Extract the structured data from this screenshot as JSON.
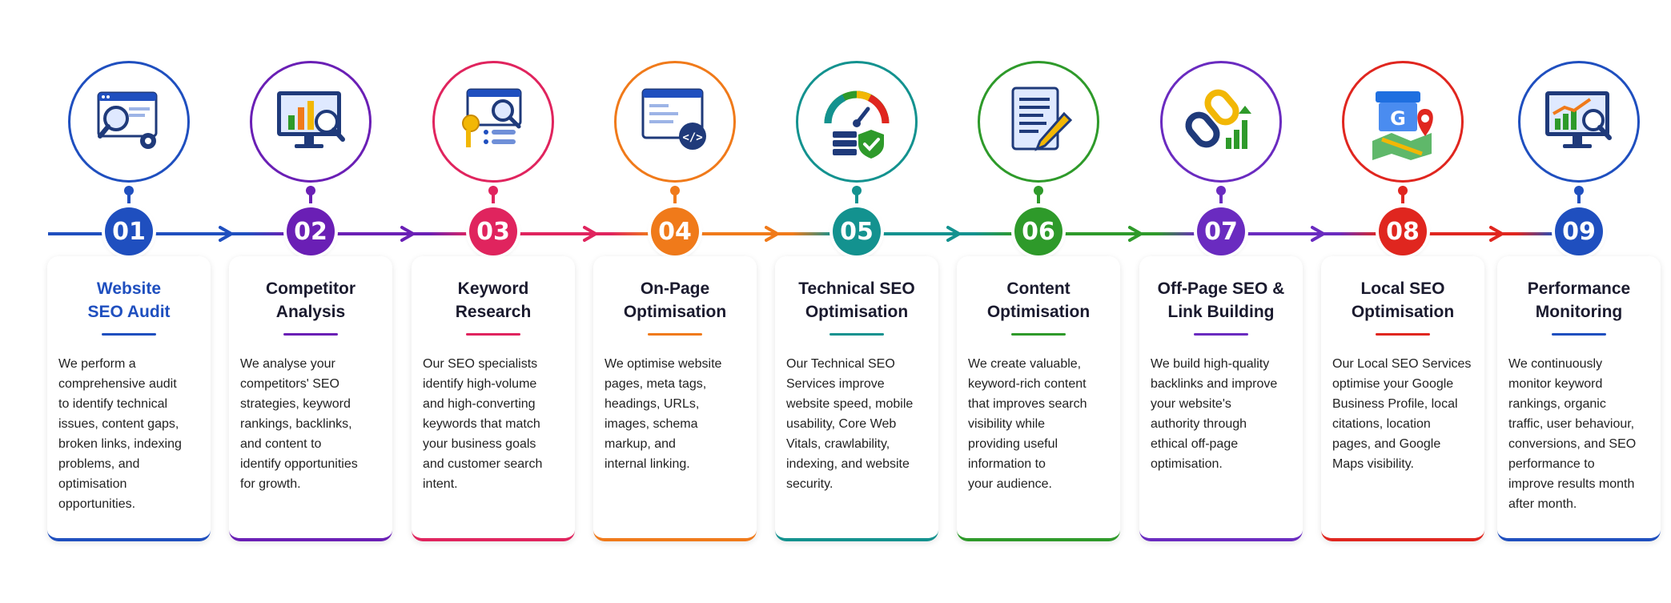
{
  "steps": [
    {
      "number": "01",
      "title": "Website\nSEO Audit",
      "description": "We perform a\ncomprehensive audit\nto identify technical\nissues, content gaps,\nbroken links, indexing\nproblems, and\noptimisation\nopportunities.",
      "color": "#1f4fbf",
      "title_color": "#1f4fbf",
      "icon": "website-audit-icon"
    },
    {
      "number": "02",
      "title": "Competitor\nAnalysis",
      "description": "We analyse your\ncompetitors' SEO\nstrategies, keyword\nrankings, backlinks,\nand content to\nidentify opportunities\nfor growth.",
      "color": "#6a1fb5",
      "title_color": "#1a1a2e",
      "icon": "competitor-analysis-icon"
    },
    {
      "number": "03",
      "title": "Keyword\nResearch",
      "description": "Our SEO specialists\nidentify high-volume\nand high-converting\nkeywords that match\nyour business goals\nand customer search\nintent.",
      "color": "#e0245e",
      "title_color": "#1a1a2e",
      "icon": "keyword-research-icon"
    },
    {
      "number": "04",
      "title": "On-Page\nOptimisation",
      "description": "We optimise website\npages, meta tags,\nheadings, URLs,\nimages, schema\nmarkup, and\ninternal linking.",
      "color": "#f07a1a",
      "title_color": "#1a1a2e",
      "icon": "on-page-code-icon"
    },
    {
      "number": "05",
      "title": "Technical SEO\nOptimisation",
      "description": "Our Technical SEO\nServices improve\nwebsite speed, mobile\nusability, Core Web\nVitals, crawlability,\nindexing, and website\nsecurity.",
      "color": "#13928f",
      "title_color": "#1a1a2e",
      "icon": "speed-gauge-shield-icon"
    },
    {
      "number": "06",
      "title": "Content\nOptimisation",
      "description": "We create valuable,\nkeyword-rich content\nthat improves search\nvisibility while\nproviding useful\ninformation to\nyour audience.",
      "color": "#2e9a2a",
      "title_color": "#1a1a2e",
      "icon": "document-pen-icon"
    },
    {
      "number": "07",
      "title": "Off-Page SEO &\nLink Building",
      "description": "We build high-quality\nbacklinks and improve\nyour website's\nauthority through\nethical off-page\noptimisation.",
      "color": "#6a2bc0",
      "title_color": "#1a1a2e",
      "icon": "link-chain-icon"
    },
    {
      "number": "08",
      "title": "Local SEO\nOptimisation",
      "description": "Our Local SEO Services\noptimise your Google\nBusiness Profile, local\ncitations, location\npages, and Google\nMaps visibility.",
      "color": "#e0261f",
      "title_color": "#1a1a2e",
      "icon": "google-maps-store-icon"
    },
    {
      "number": "09",
      "title": "Performance\nMonitoring",
      "description": "We continuously\nmonitor keyword\nrankings, organic\ntraffic, user behaviour,\nconversions, and SEO\nperformance to\nimprove results month\nafter month.",
      "color": "#1f4fbf",
      "title_color": "#1a1a2e",
      "icon": "performance-monitor-icon"
    }
  ]
}
